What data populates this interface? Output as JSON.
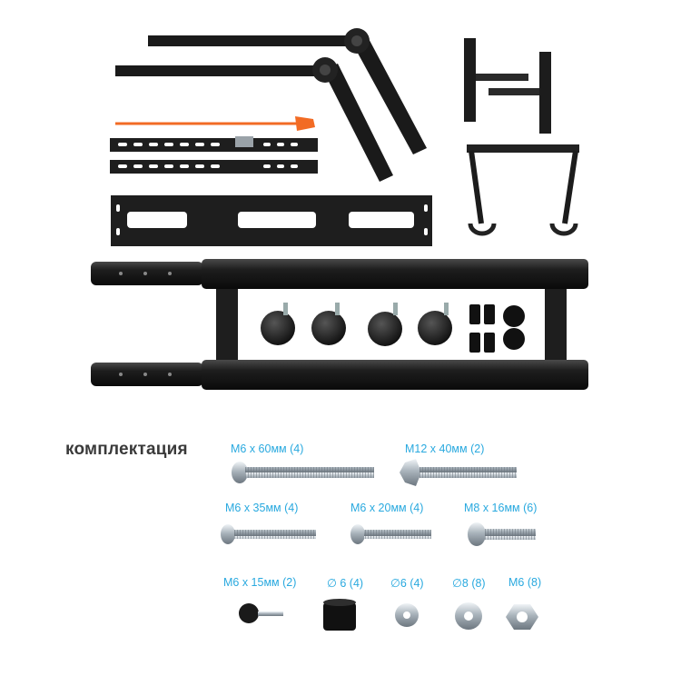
{
  "title": "комплектация",
  "accent_color": "#29a9df",
  "parts": [
    {
      "name": "folding-arms",
      "icon": "folding-arm-icon"
    },
    {
      "name": "h-brackets",
      "icon": "h-bracket-icon"
    },
    {
      "name": "cable-tie",
      "icon": "cable-tie-icon",
      "color": "#f26b24"
    },
    {
      "name": "vertical-straps",
      "icon": "slotted-strap-icon"
    },
    {
      "name": "u-clamp-bracket",
      "icon": "clamp-bracket-icon"
    },
    {
      "name": "wall-plate",
      "icon": "wall-plate-icon"
    },
    {
      "name": "base-frame",
      "icon": "tube-frame-icon"
    },
    {
      "name": "casters",
      "icon": "caster-wheel-icon"
    },
    {
      "name": "end-caps",
      "icon": "end-cap-icon"
    }
  ],
  "hardware": [
    {
      "label": "M6 x 60мм (4)",
      "icon": "long-screw-icon"
    },
    {
      "label": "M12 x 40мм (2)",
      "icon": "hex-bolt-icon"
    },
    {
      "label": "M6 x 35мм (4)",
      "icon": "screw-icon"
    },
    {
      "label": "M6 x 20мм (4)",
      "icon": "screw-icon"
    },
    {
      "label": "M8 x 16мм (6)",
      "icon": "screw-icon"
    },
    {
      "label": "M6 x 15мм (2)",
      "icon": "thumb-screw-icon"
    },
    {
      "label": "∅ 6 (4)",
      "icon": "spacer-icon"
    },
    {
      "label": "∅6 (4)",
      "icon": "washer-icon"
    },
    {
      "label": "∅8 (8)",
      "icon": "washer-icon"
    },
    {
      "label": "M6 (8)",
      "icon": "hex-nut-icon"
    }
  ]
}
